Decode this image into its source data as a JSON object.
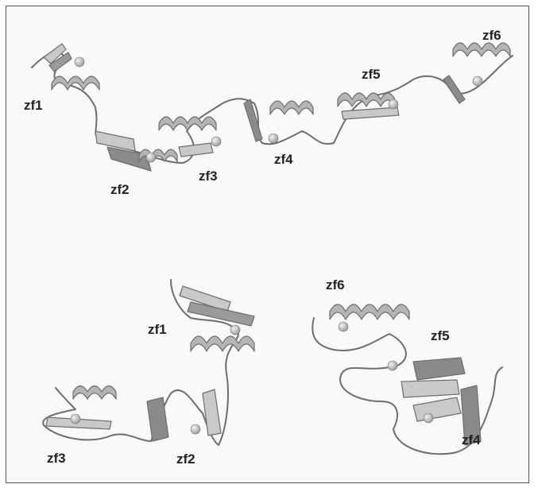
{
  "labels": {
    "top": {
      "zf1": "zf1",
      "zf2": "zf2",
      "zf3": "zf3",
      "zf4": "zf4",
      "zf5": "zf5",
      "zf6": "zf6"
    },
    "bottom_left": {
      "zf1": "zf1",
      "zf2": "zf2",
      "zf3": "zf3"
    },
    "bottom_right": {
      "zf4": "zf4",
      "zf5": "zf5",
      "zf6": "zf6"
    }
  },
  "colors": {
    "ribbon": "#c9c9c9",
    "ribbon_dark": "#6e6e6e",
    "helix": "#b5b5b5",
    "zinc": "#bdbdbd",
    "border": "#555555"
  }
}
